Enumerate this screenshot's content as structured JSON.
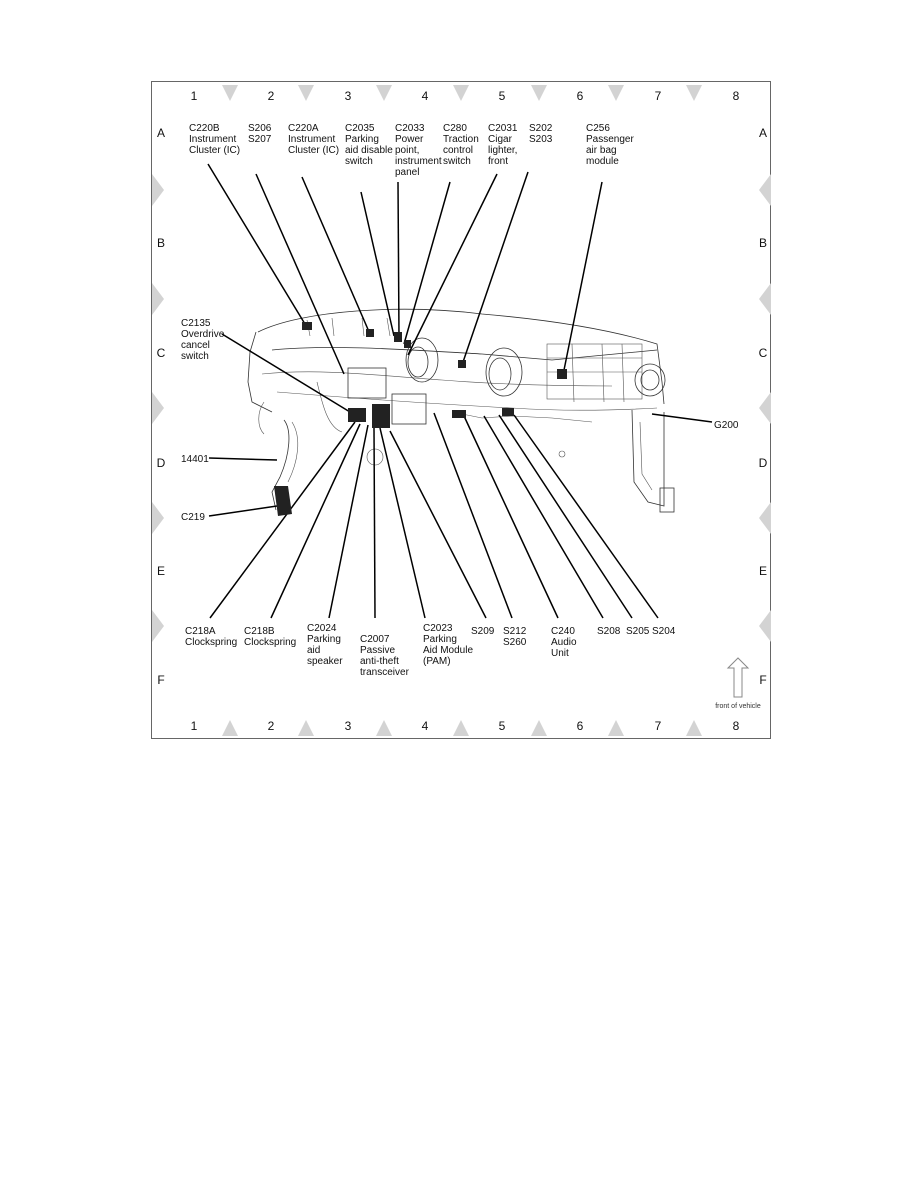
{
  "grid": {
    "columns": [
      "1",
      "2",
      "3",
      "4",
      "5",
      "6",
      "7",
      "8"
    ],
    "rows": [
      "A",
      "B",
      "C",
      "D",
      "E",
      "F"
    ]
  },
  "callouts": {
    "c220b": [
      "C220B",
      "Instrument",
      "Cluster (IC)"
    ],
    "s206": [
      "S206",
      "S207"
    ],
    "c220a": [
      "C220A",
      "Instrument",
      "Cluster (IC)"
    ],
    "c2035": [
      "C2035",
      "Parking",
      "aid disable",
      "switch"
    ],
    "c2033": [
      "C2033",
      "Power",
      "point,",
      "instrument",
      "panel"
    ],
    "c280": [
      "C280",
      "Traction",
      "control",
      "switch"
    ],
    "c2031": [
      "C2031",
      "Cigar",
      "lighter,",
      "front"
    ],
    "s202": [
      "S202",
      "S203"
    ],
    "c256": [
      "C256",
      "Passenger",
      "air bag",
      "module"
    ],
    "c2135": [
      "C2135",
      "Overdrive",
      "cancel",
      "switch"
    ],
    "n14401": [
      "14401"
    ],
    "c219": [
      "C219"
    ],
    "g200": [
      "G200"
    ],
    "c218a": [
      "C218A",
      "Clockspring"
    ],
    "c218b": [
      "C218B",
      "Clockspring"
    ],
    "c2024": [
      "C2024",
      "Parking",
      "aid",
      "speaker"
    ],
    "c2007": [
      "C2007",
      "Passive",
      "anti-theft",
      "transceiver"
    ],
    "c2023": [
      "C2023",
      "Parking",
      "Aid Module",
      "(PAM)"
    ],
    "s209": [
      "S209"
    ],
    "s212": [
      "S212",
      "S260"
    ],
    "c240": [
      "C240",
      "Audio",
      "Unit"
    ],
    "s208": [
      "S208"
    ],
    "s205": [
      "S205"
    ],
    "s204": [
      "S204"
    ]
  },
  "front_label": "front of vehicle",
  "colors": {
    "ink": "#111111",
    "marker": "#d3d3d3",
    "frame": "#666666"
  }
}
